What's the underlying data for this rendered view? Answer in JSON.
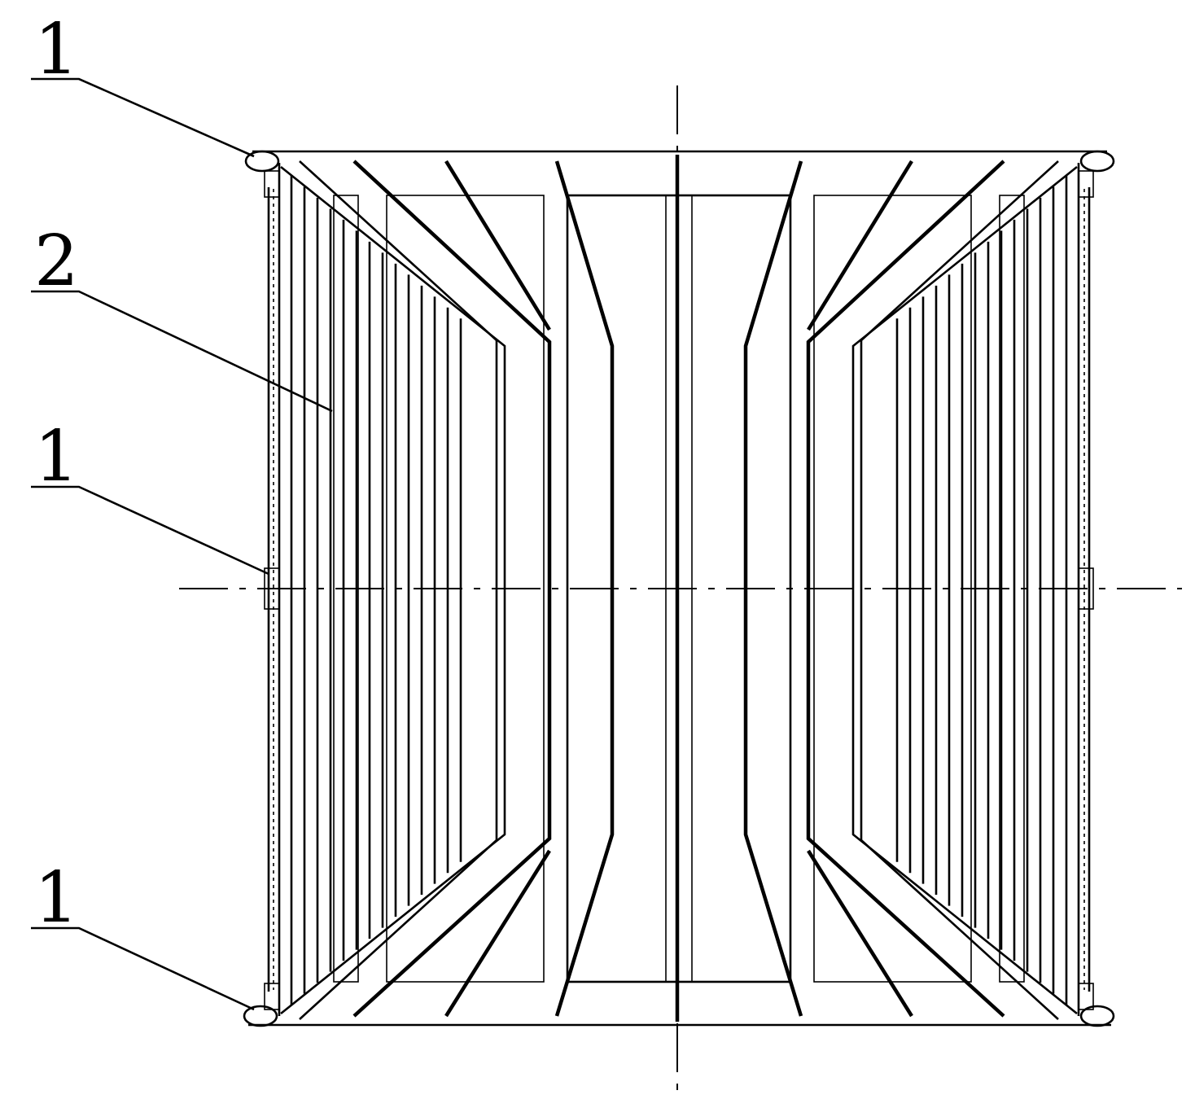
{
  "figure": {
    "callouts": [
      {
        "id": "callout-top",
        "text": "1"
      },
      {
        "id": "callout-upper",
        "text": "2"
      },
      {
        "id": "callout-mid",
        "text": "1"
      },
      {
        "id": "callout-bottom",
        "text": "1"
      }
    ]
  }
}
